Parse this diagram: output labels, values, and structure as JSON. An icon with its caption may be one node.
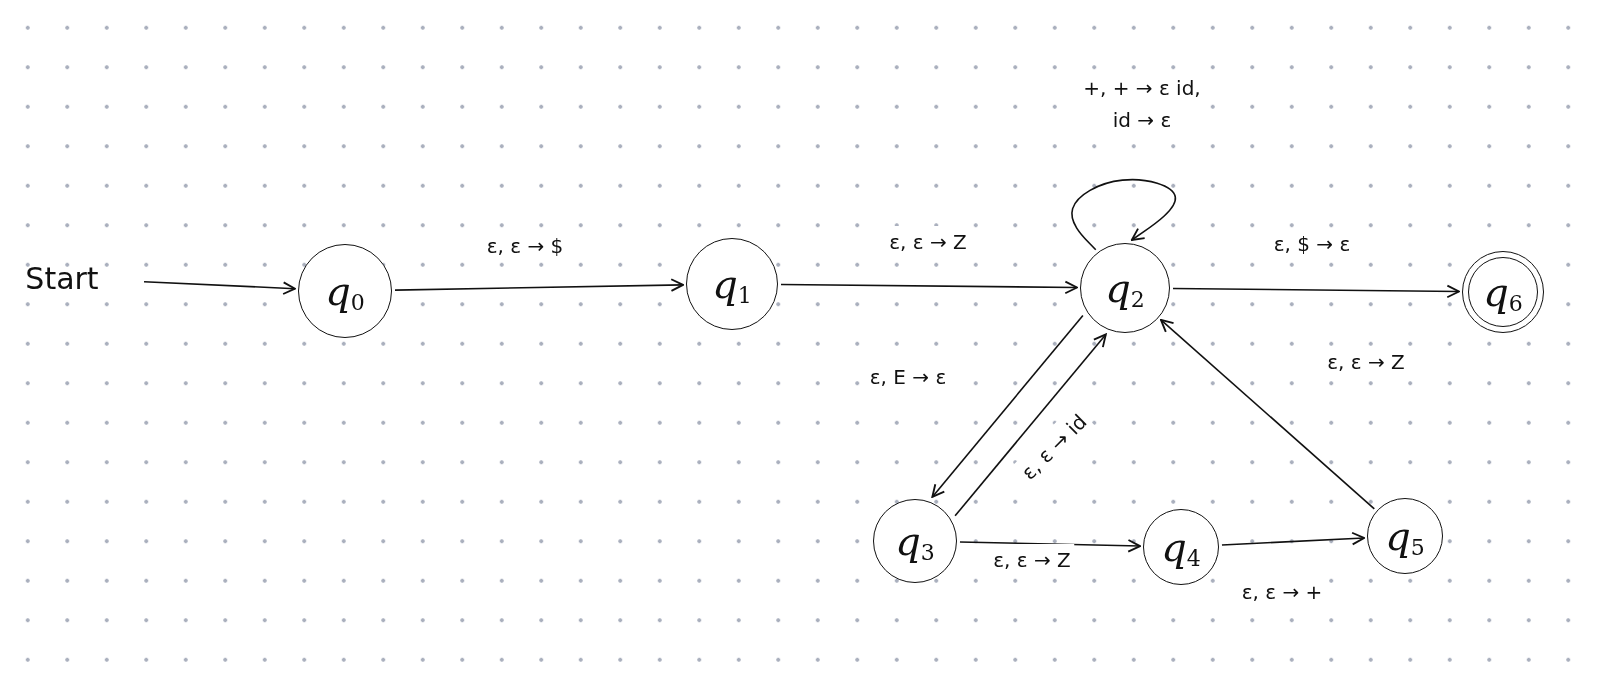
{
  "diagram": {
    "nodes": [
      {
        "text": [
          "Start"
        ]
      },
      {
        "text": [
          "q$_{0}$"
        ]
      },
      {
        "text": [
          "q$_{1}$"
        ]
      },
      {
        "text": [
          "q$_{2}$"
        ]
      },
      {
        "text": [
          "q$_{6}$"
        ]
      },
      {
        "text": [
          "q$_{3}$"
        ]
      },
      {
        "text": [
          "q$_{4}$"
        ]
      },
      {
        "text": [
          "q$_{5}$"
        ]
      }
    ],
    "edges": [
      {
        "from": 0,
        "to": 1,
        "arrow": "to"
      },
      {
        "from": 1,
        "to": 2,
        "arrow": "to",
        "label": "ε, ε → $"
      },
      {
        "from": 2,
        "to": 3,
        "arrow": "to",
        "label": "ε, ε → Z"
      },
      {
        "from": 3,
        "to": 3,
        "arrow": "to",
        "label": "+, + → ε id, id → ε"
      },
      {
        "from": 3,
        "to": 4,
        "arrow": "to",
        "label": "ε, $ → ε"
      },
      {
        "from": 3,
        "to": 5,
        "arrow": "to",
        "label": "ε, E → ε"
      },
      {
        "from": 5,
        "to": 3,
        "arrow": "to",
        "label": "ε, ε → id"
      },
      {
        "from": 5,
        "to": 6,
        "arrow": "to",
        "label": "ε, ε → Z"
      },
      {
        "from": 6,
        "to": 7,
        "arrow": "to",
        "label": "ε, ε → +"
      },
      {
        "from": 7,
        "to": 3,
        "arrow": "to",
        "label": "ε, ε → Z"
      }
    ]
  }
}
